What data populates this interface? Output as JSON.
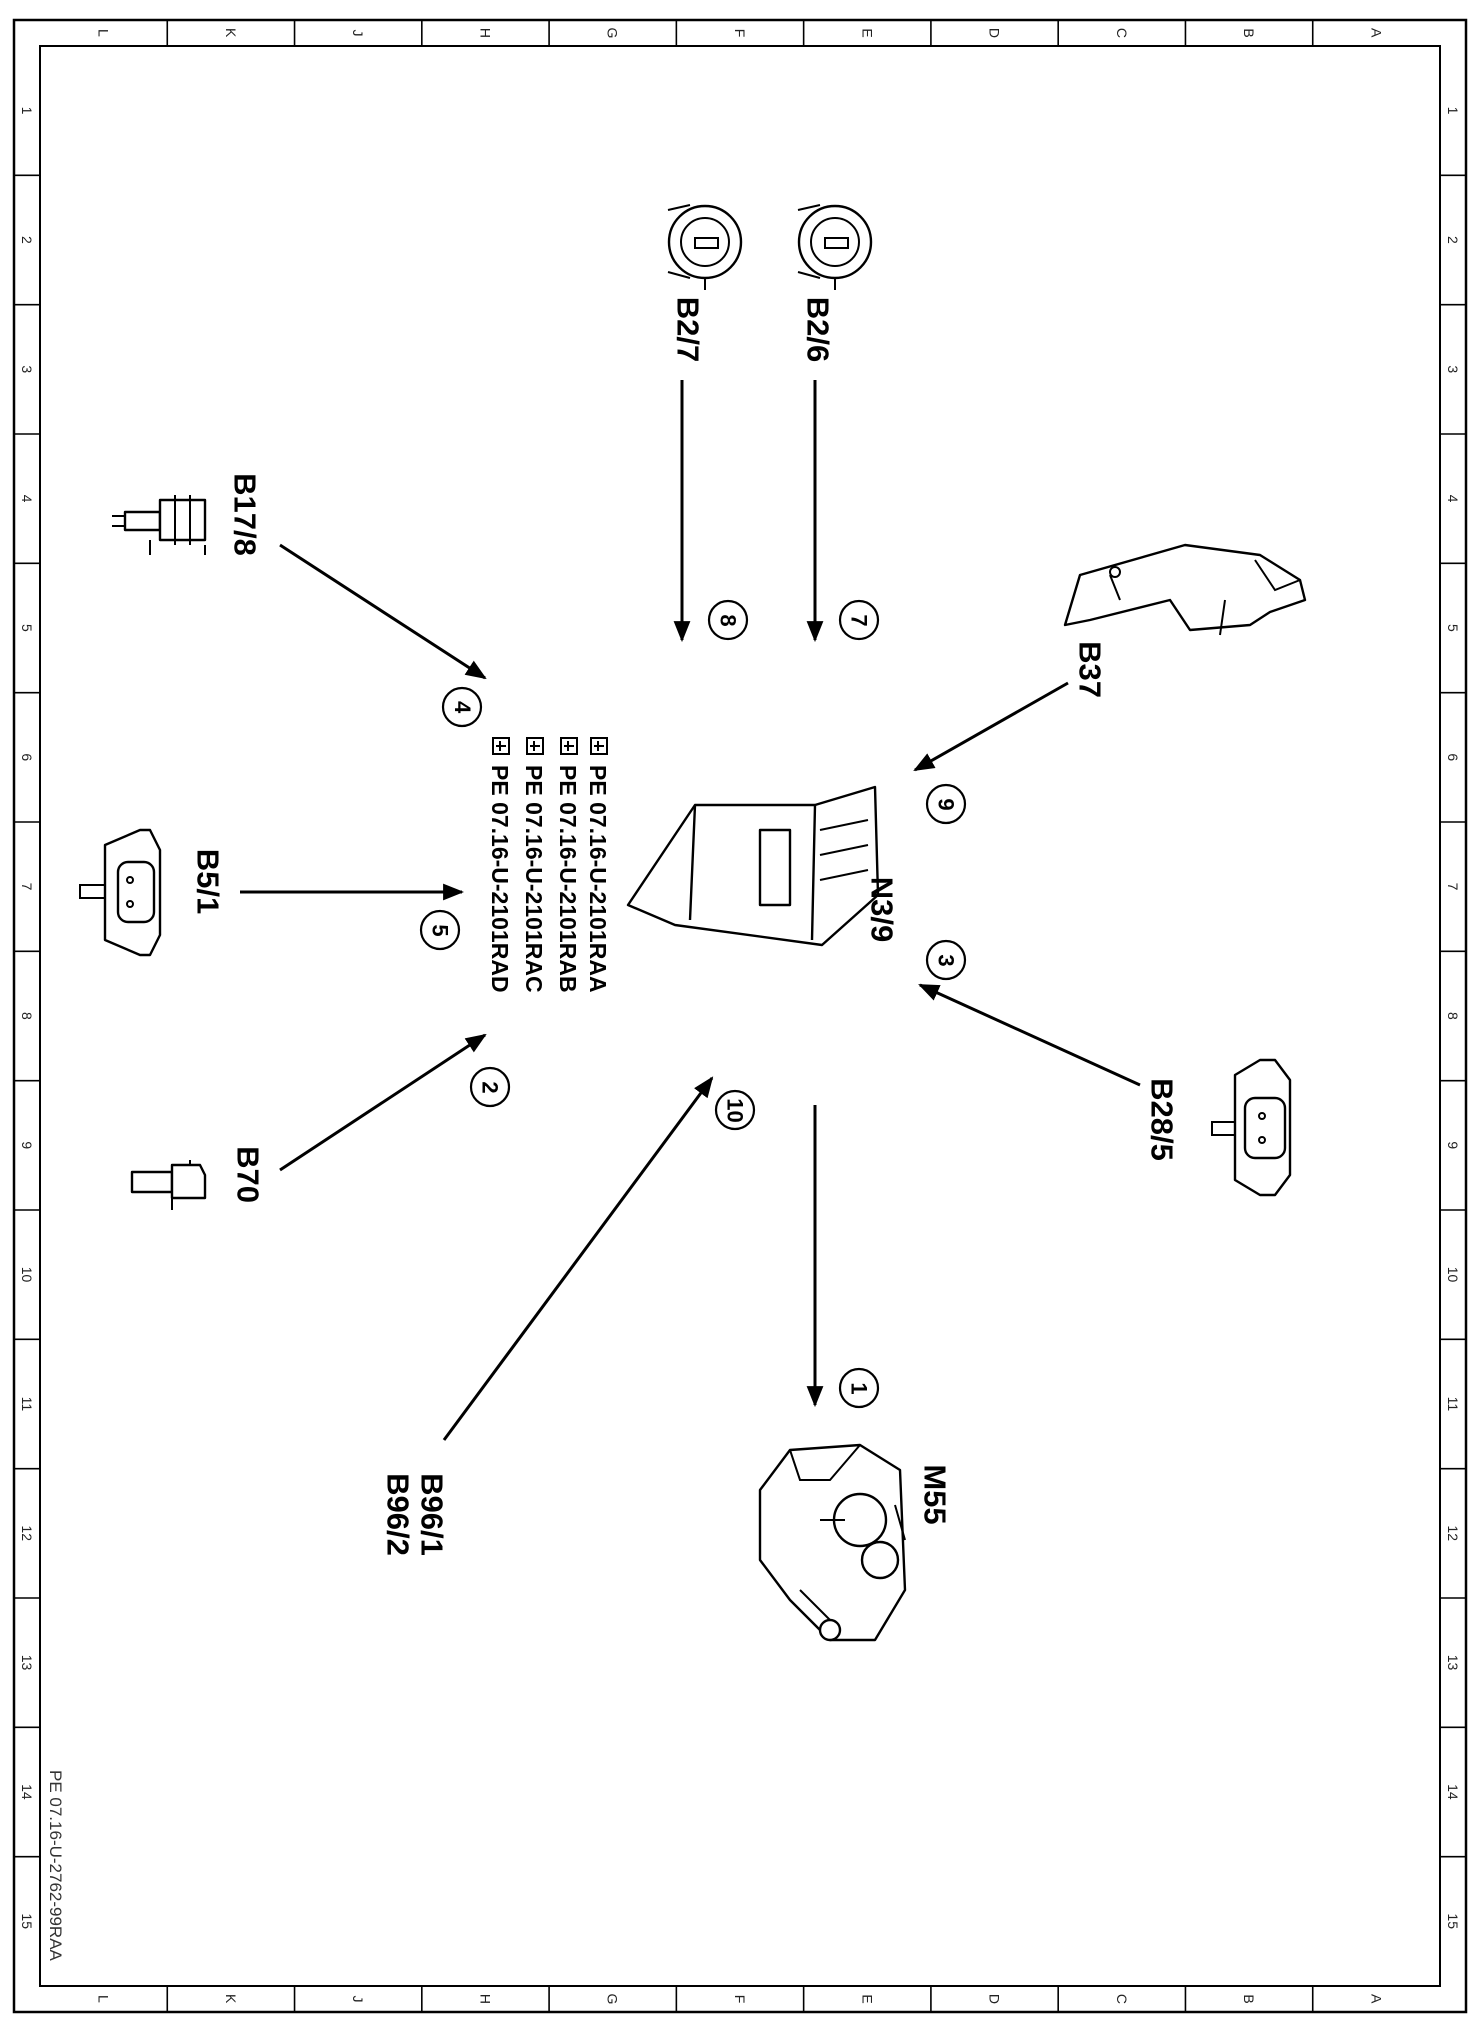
{
  "sheet_id": "PE 07.16-U-2762-99RAA",
  "grid": {
    "letters": [
      "L",
      "K",
      "J",
      "H",
      "G",
      "F",
      "E",
      "D",
      "C",
      "B",
      "A"
    ],
    "numbers": [
      "1",
      "2",
      "3",
      "4",
      "5",
      "6",
      "7",
      "8",
      "9",
      "10",
      "11",
      "12",
      "13",
      "14",
      "15"
    ]
  },
  "control_unit": {
    "label": "N3/9"
  },
  "components": {
    "b2_7": "B2/7",
    "b2_6": "B2/6",
    "b17_8": "B17/8",
    "b37": "B37",
    "b5_1": "B5/1",
    "b28_5": "B28/5",
    "b70": "B70",
    "b96_1": "B96/1",
    "b96_2": "B96/2",
    "m55": "M55"
  },
  "references": [
    "PE 07.16-U-2101RAA",
    "PE 07.16-U-2101RAB",
    "PE 07.16-U-2101RAC",
    "PE 07.16-U-2101RAD"
  ],
  "signals": {
    "s1": "1",
    "s2": "2",
    "s3": "3",
    "s4": "4",
    "s5": "5",
    "s7": "7",
    "s8": "8",
    "s9": "9",
    "s10": "10"
  },
  "icons": [
    "hand-pointer-icon"
  ]
}
